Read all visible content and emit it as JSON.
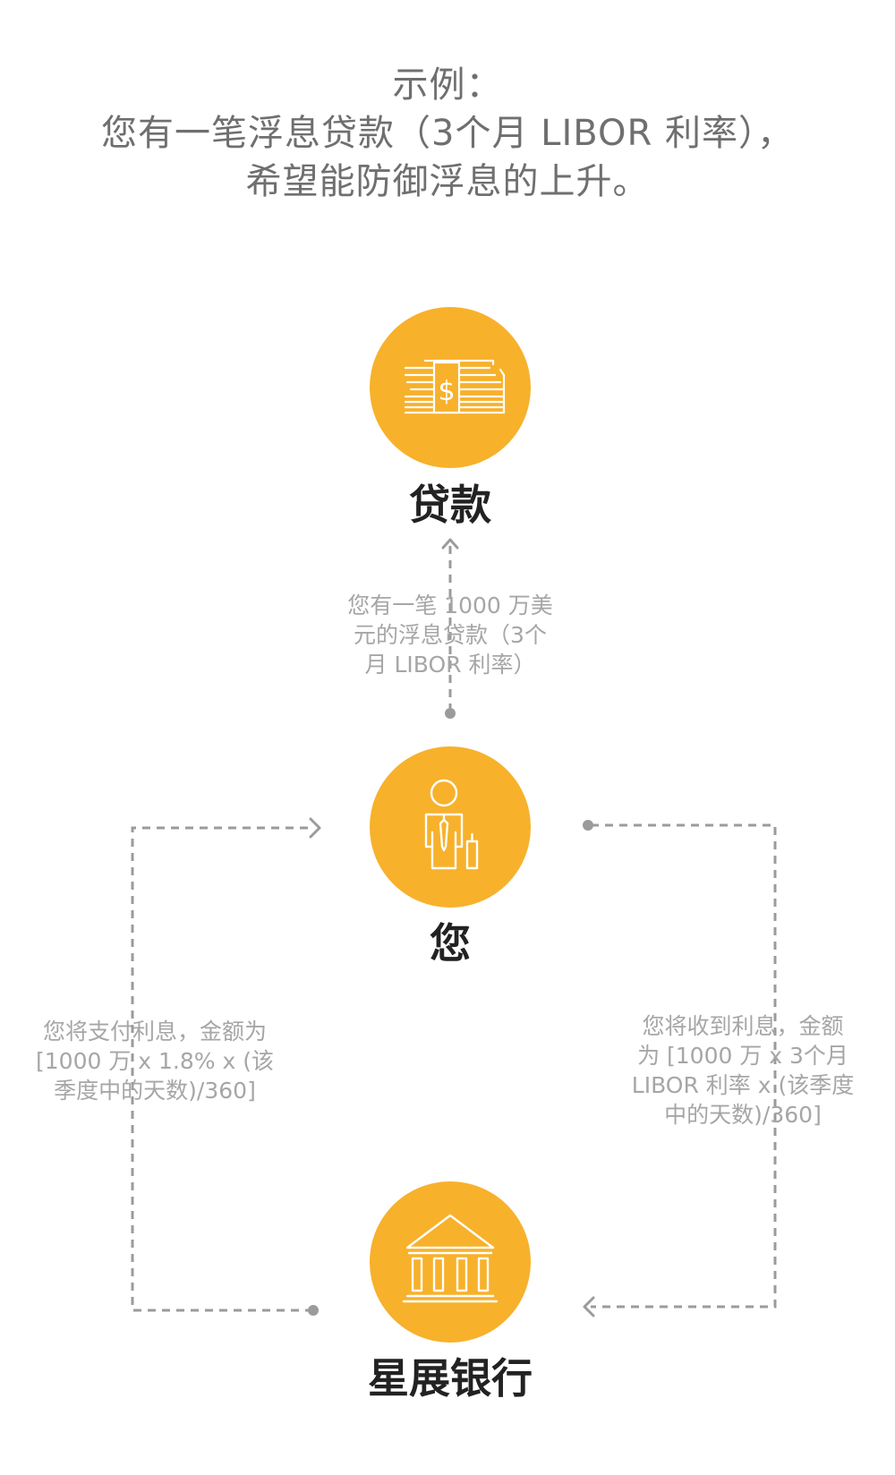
{
  "header": {
    "line1": "示例：",
    "line2": "您有一笔浮息贷款（3个月 LIBOR 利率），",
    "line3": "希望能防御浮息的上升。"
  },
  "nodes": {
    "loan": {
      "label": "贷款",
      "icon": "money-stack-icon"
    },
    "you": {
      "label": "您",
      "icon": "businessman-icon"
    },
    "bank": {
      "label": "星展银行",
      "icon": "bank-building-icon"
    }
  },
  "notes": {
    "loan_note": [
      "您有一笔 1000 万美",
      "元的浮息贷款（3个",
      "月 LIBOR 利率）"
    ],
    "pay_note": [
      "您将支付利息，金额为",
      "[1000 万 x 1.8% x (该",
      "季度中的天数)/360]"
    ],
    "receive_note": [
      "您将收到利息，金额",
      "为 [1000 万 x 3个月",
      "LIBOR 利率 x (该季度",
      "中的天数)/360]"
    ]
  },
  "colors": {
    "accent": "#f7b12b",
    "connector": "#9b9b9b",
    "heading_text": "#6f6f6f",
    "note_text": "#a6a6a6",
    "label_text": "#222222"
  }
}
